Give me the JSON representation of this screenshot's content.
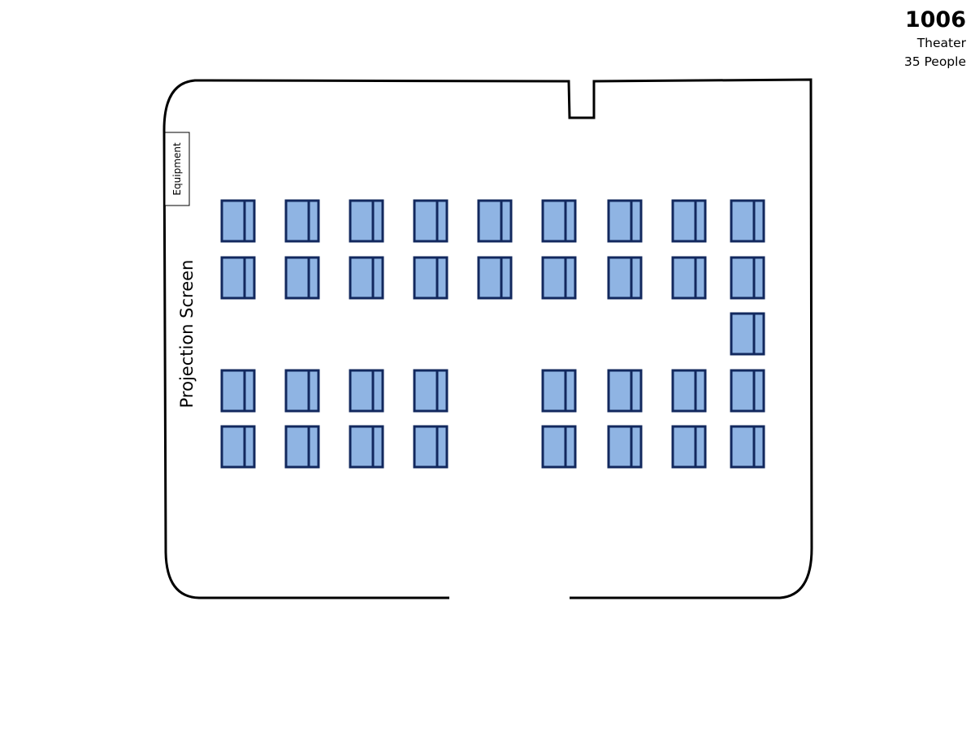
{
  "room": {
    "number": "1006",
    "layout": "Theater",
    "capacity": "35 People"
  },
  "labels": {
    "equipment": "Equipment",
    "projection_screen": "Projection Screen"
  },
  "colors": {
    "seat_fill": "#8fb4e3",
    "seat_stroke": "#12285e",
    "wall": "#000000"
  },
  "seating": {
    "rows": [
      {
        "row": 1,
        "seats": [
          1,
          1,
          1,
          1,
          1,
          1,
          1,
          1,
          1
        ]
      },
      {
        "row": 2,
        "seats": [
          1,
          1,
          1,
          1,
          1,
          1,
          1,
          1,
          1
        ]
      },
      {
        "row": 3,
        "seats": [
          0,
          0,
          0,
          0,
          0,
          0,
          0,
          0,
          1
        ]
      },
      {
        "row": 4,
        "seats": [
          1,
          1,
          1,
          1,
          0,
          1,
          1,
          1,
          1
        ]
      },
      {
        "row": 5,
        "seats": [
          1,
          1,
          1,
          1,
          0,
          1,
          1,
          1,
          1
        ]
      }
    ]
  }
}
